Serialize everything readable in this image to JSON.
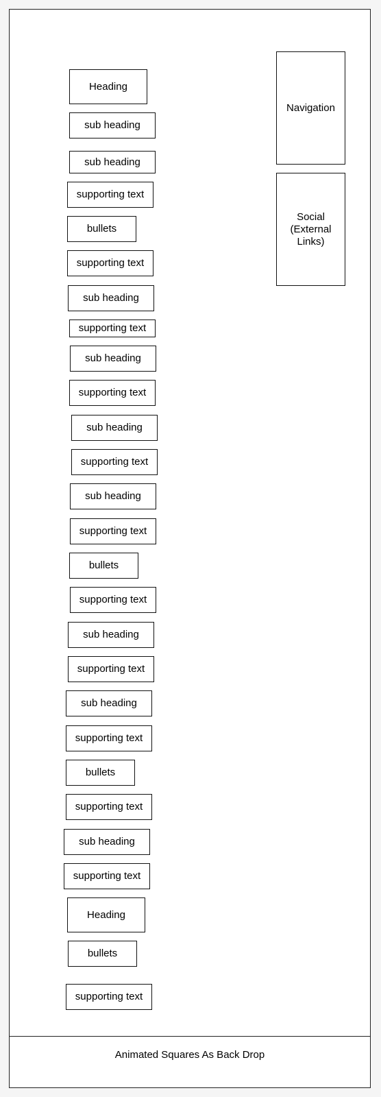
{
  "sidebar": {
    "navigation": "Navigation",
    "social": "Social\n(External\nLinks)"
  },
  "content": {
    "blocks": [
      "Heading",
      "sub heading",
      "sub heading",
      "supporting text",
      "bullets",
      "supporting text",
      "sub heading",
      "supporting text",
      "sub heading",
      "supporting text",
      "sub heading",
      "supporting text",
      "sub heading",
      "supporting text",
      "bullets",
      "supporting text",
      "sub heading",
      "supporting text",
      "sub heading",
      "supporting text",
      "bullets",
      "supporting text",
      "sub heading",
      "supporting text",
      "Heading",
      "bullets",
      "supporting text"
    ]
  },
  "footer": {
    "label": "Animated Squares As Back Drop"
  }
}
